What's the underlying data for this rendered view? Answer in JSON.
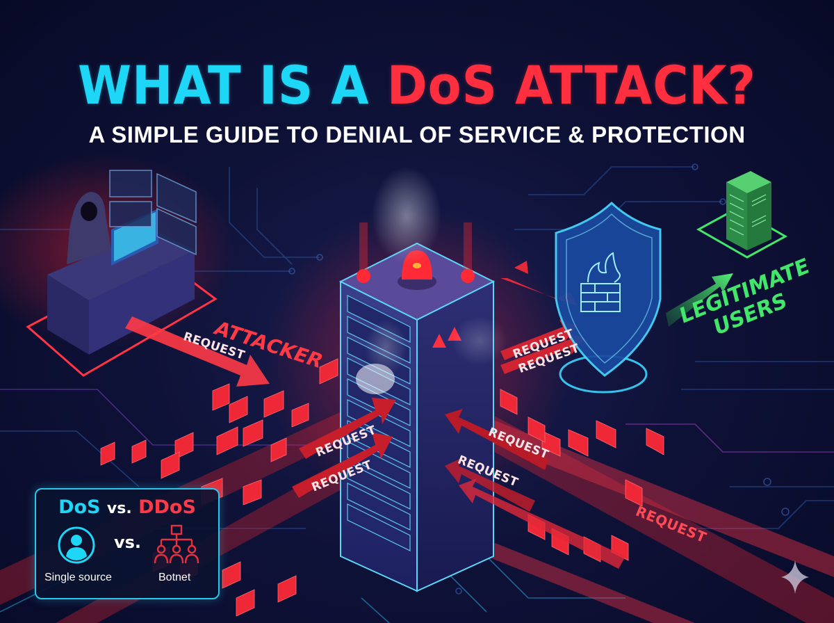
{
  "header": {
    "title_part1": "WHAT IS A ",
    "title_part2": "DoS ATTACK?",
    "subtitle": "A SIMPLE GUIDE TO DENIAL OF SERVICE & PROTECTION"
  },
  "scene": {
    "attacker_label": "ATTACKER",
    "legit_label_line1": "LEGITIMATE",
    "legit_label_line2": "USERS",
    "request_labels": [
      "REQUEST",
      "REQUEST",
      "REQUEST",
      "REQUEST",
      "REQUEST",
      "REQUEST",
      "REQUEST",
      "REQUEST"
    ]
  },
  "comparison": {
    "dos": "DoS",
    "vs": "vs.",
    "ddos": "DDoS",
    "middle_vs": "vs.",
    "single_caption": "Single source",
    "botnet_caption": "Botnet"
  },
  "colors": {
    "background": "#0b0e30",
    "cyan_accent": "#1ed6f5",
    "red_accent": "#ff2f3f",
    "green_accent": "#42e66a"
  },
  "icons": {
    "single_source": "user-circle-icon",
    "botnet": "network-hierarchy-icon",
    "shield": "shield-firewall-icon",
    "alarm": "siren-icon",
    "sparkle": "sparkle-icon"
  }
}
